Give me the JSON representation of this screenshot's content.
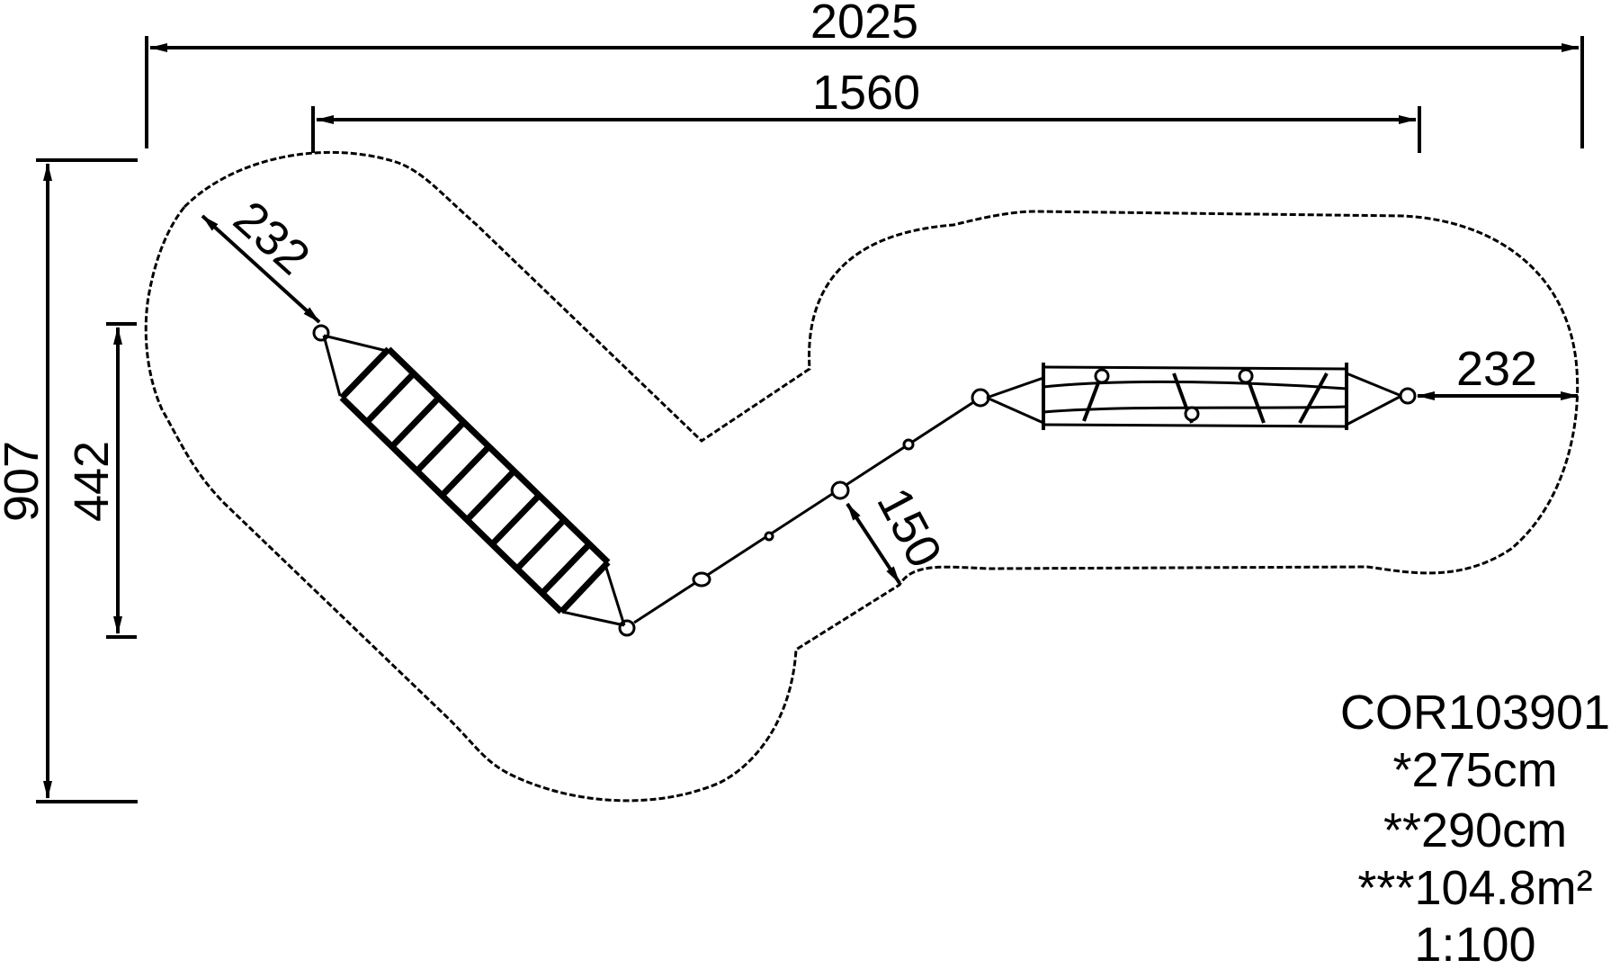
{
  "dimensions": {
    "overall_width": "2025",
    "inner_width": "1560",
    "overall_height": "907",
    "inner_height": "442",
    "left_clearance": "232",
    "right_clearance": "232",
    "bridge_clearance": "150"
  },
  "spec": {
    "code": "COR103901",
    "line1": "*275cm",
    "line2": "**290cm",
    "line3": "***104.8m²",
    "scale": "1:100"
  }
}
